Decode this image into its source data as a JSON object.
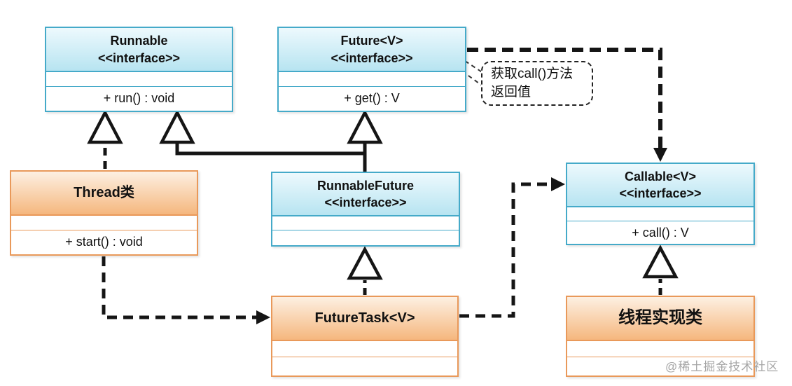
{
  "classes": {
    "runnable": {
      "title": "Runnable",
      "stereotype": "<<interface>>",
      "method": "+ run() : void"
    },
    "future": {
      "title": "Future<V>",
      "stereotype": "<<interface>>",
      "method": "+ get() : V"
    },
    "thread": {
      "title": "Thread类",
      "method": "+ start() : void"
    },
    "runnableFuture": {
      "title": "RunnableFuture",
      "stereotype": "<<interface>>"
    },
    "callable": {
      "title": "Callable<V>",
      "stereotype": "<<interface>>",
      "method": "+ call() : V"
    },
    "futureTask": {
      "title": "FutureTask<V>"
    },
    "threadImpl": {
      "title": "线程实现类"
    }
  },
  "note": {
    "text": "获取call()方法返回值"
  },
  "watermark": "@稀土掘金技术社区",
  "colors": {
    "interface_border": "#45aac9",
    "interface_fill_top": "#edf9fd",
    "interface_fill_bottom": "#b7e4f1",
    "class_border": "#e9995a",
    "class_fill_top": "#fdf0e2",
    "class_fill_bottom": "#f5b77e",
    "connector": "#151515",
    "watermark_gray": "#a6a6a6"
  },
  "relations": {
    "thread_implements_runnable": "realization (dashed, hollow triangle)",
    "runnableFuture_extends_runnable": "generalization (solid, hollow triangle)",
    "runnableFuture_extends_future": "generalization (solid, hollow triangle)",
    "futureTask_implements_runnableFuture": "realization (dashed, hollow triangle)",
    "threadImpl_implements_callable": "realization (dashed, hollow triangle)",
    "thread_uses_futureTask": "dependency (dashed, filled arrow)",
    "futureTask_uses_callable": "dependency (dashed, filled arrow)",
    "future_gets_callable_result": "dependency (dashed, filled arrow)"
  }
}
